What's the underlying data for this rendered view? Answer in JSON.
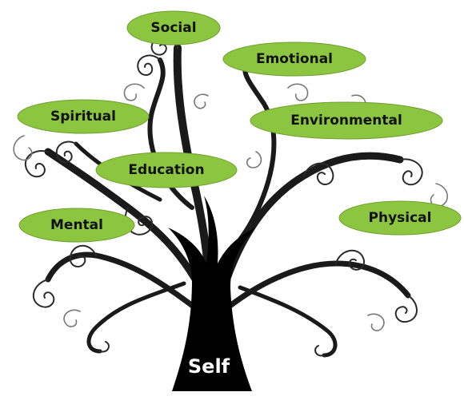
{
  "diagram": {
    "root": "Self",
    "nodes": [
      "Social",
      "Emotional",
      "Spiritual",
      "Environmental",
      "Education",
      "Mental",
      "Physical"
    ]
  },
  "colors": {
    "leaf_fill": "#8cc540",
    "trunk": "#000000",
    "root_text": "#ffffff"
  }
}
